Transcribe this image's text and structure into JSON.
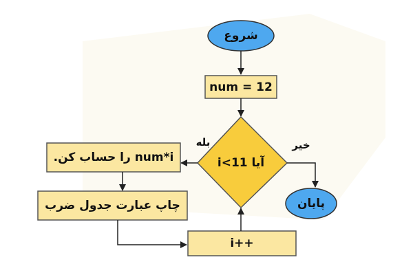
{
  "flowchart": {
    "start": "شروع",
    "init": "num = 12",
    "condition": "آیا i<11",
    "yes_label": "بله",
    "no_label": "خیر",
    "compute": "num*i را حساب کن.",
    "print": "چاپ عبارت جدول ضرب",
    "increment": "i++",
    "end": "پایان"
  },
  "colors": {
    "terminal": "#4ea8ef",
    "process": "#fbe7a1",
    "decision": "#f8cc3c",
    "stroke": "#333333"
  }
}
